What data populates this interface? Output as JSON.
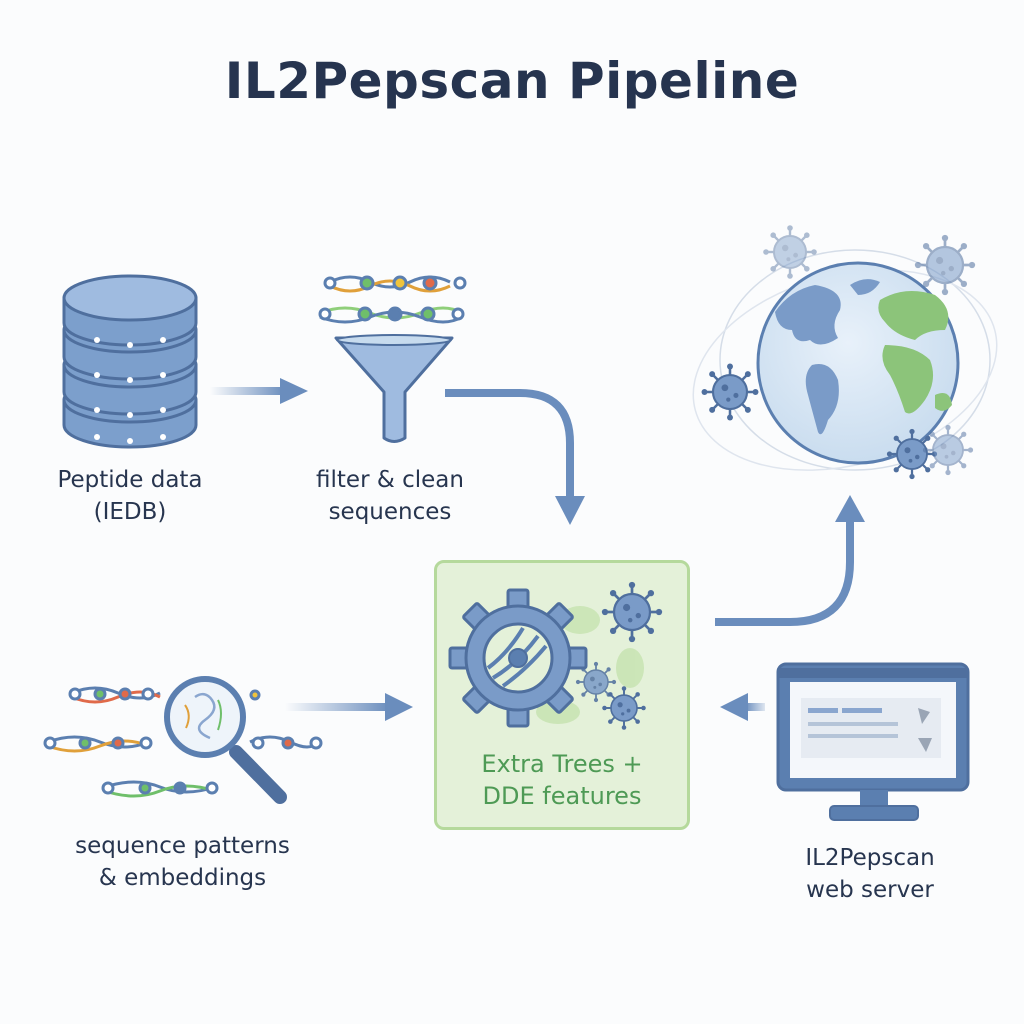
{
  "title": "IL2Pepscan Pipeline",
  "nodes": {
    "peptide_data": {
      "line1": "Peptide data",
      "line2": "(IEDB)",
      "icon": "database-icon"
    },
    "filter": {
      "line1": "filter & clean",
      "line2": "sequences",
      "icon": "funnel-icon"
    },
    "patterns": {
      "line1": "sequence patterns",
      "line2": "& embeddings",
      "icon": "magnifier-icon"
    },
    "model": {
      "line1": "Extra Trees +",
      "line2": "DDE features",
      "icon": "gear-icon"
    },
    "server": {
      "line1": "IL2Pepscan",
      "line2": "web server",
      "icon": "monitor-icon"
    },
    "output": {
      "icon": "globe-icon"
    }
  },
  "colors": {
    "primary": "#5b7fb0",
    "box_fill": "#e4f1d9",
    "box_border": "#b5d99c",
    "model_text": "#4e9a55",
    "text": "#27354f"
  }
}
